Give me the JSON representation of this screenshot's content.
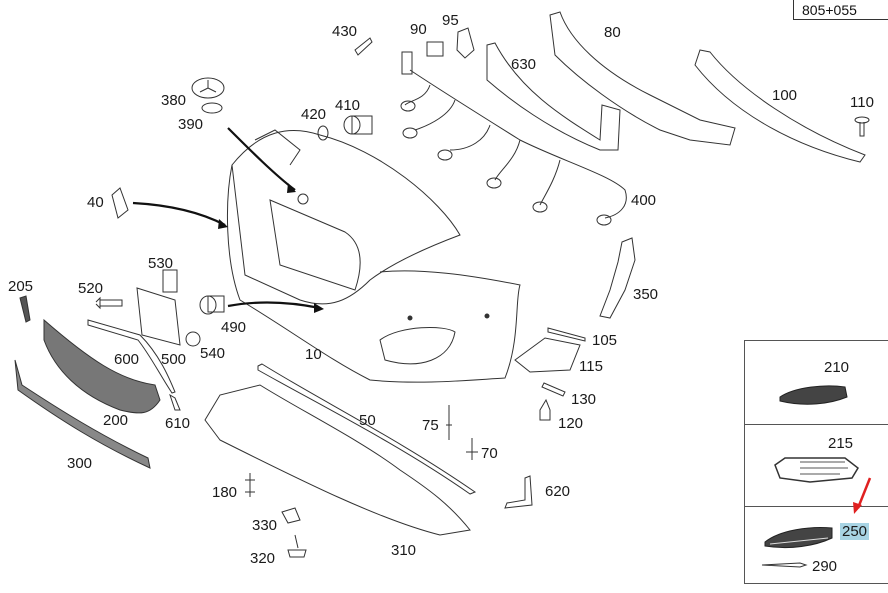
{
  "diagram": {
    "title": "Front bumper exploded parts diagram",
    "reference": "805+055",
    "highlight_color": "#a8d4e4",
    "arrow_color": "#e02020",
    "callouts": [
      {
        "id": "c430",
        "label": "430"
      },
      {
        "id": "c90",
        "label": "90"
      },
      {
        "id": "c95",
        "label": "95"
      },
      {
        "id": "c80",
        "label": "80"
      },
      {
        "id": "c630",
        "label": "630"
      },
      {
        "id": "c100",
        "label": "100"
      },
      {
        "id": "c110",
        "label": "110"
      },
      {
        "id": "c380",
        "label": "380"
      },
      {
        "id": "c390",
        "label": "390"
      },
      {
        "id": "c420",
        "label": "420"
      },
      {
        "id": "c410",
        "label": "410"
      },
      {
        "id": "c400",
        "label": "400"
      },
      {
        "id": "c40",
        "label": "40"
      },
      {
        "id": "c530",
        "label": "530"
      },
      {
        "id": "c205",
        "label": "205"
      },
      {
        "id": "c520",
        "label": "520"
      },
      {
        "id": "c490",
        "label": "490"
      },
      {
        "id": "c350",
        "label": "350"
      },
      {
        "id": "c600",
        "label": "600"
      },
      {
        "id": "c500",
        "label": "500"
      },
      {
        "id": "c540",
        "label": "540"
      },
      {
        "id": "c10",
        "label": "10"
      },
      {
        "id": "c105",
        "label": "105"
      },
      {
        "id": "c115",
        "label": "115"
      },
      {
        "id": "c130",
        "label": "130"
      },
      {
        "id": "c120",
        "label": "120"
      },
      {
        "id": "c200",
        "label": "200"
      },
      {
        "id": "c610",
        "label": "610"
      },
      {
        "id": "c50",
        "label": "50"
      },
      {
        "id": "c75",
        "label": "75"
      },
      {
        "id": "c70",
        "label": "70"
      },
      {
        "id": "c300",
        "label": "300"
      },
      {
        "id": "c180",
        "label": "180"
      },
      {
        "id": "c620",
        "label": "620"
      },
      {
        "id": "c330",
        "label": "330"
      },
      {
        "id": "c310",
        "label": "310"
      },
      {
        "id": "c320",
        "label": "320"
      }
    ],
    "inset": {
      "panels": [
        {
          "label": "210"
        },
        {
          "label": "215"
        },
        {
          "label": "250",
          "highlighted": true
        },
        {
          "label": "290"
        }
      ]
    }
  }
}
